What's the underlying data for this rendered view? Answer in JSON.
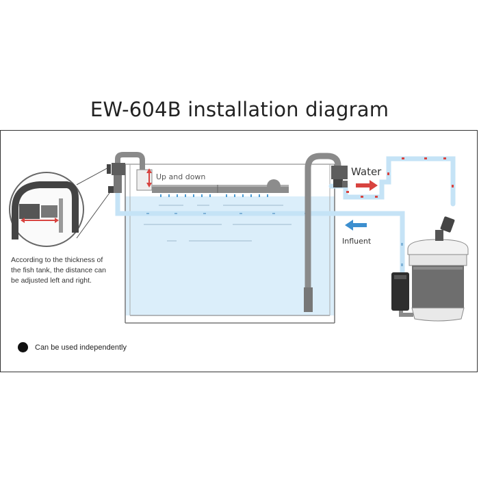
{
  "title": "EW-604B installation diagram",
  "labels": {
    "up_and_down": "Up and down",
    "water": "Water",
    "influent": "Influent"
  },
  "note": "According to the thickness of the fish tank, the distance can be adjusted left and right.",
  "legend": {
    "text": "Can be used independently"
  },
  "colors": {
    "water_pipe": "#c5e3f6",
    "water_fill": "#dbeefa",
    "arrow_red": "#d8433f",
    "arrow_blue": "#3d8fcf",
    "device_gray": "#6b6b6b"
  }
}
